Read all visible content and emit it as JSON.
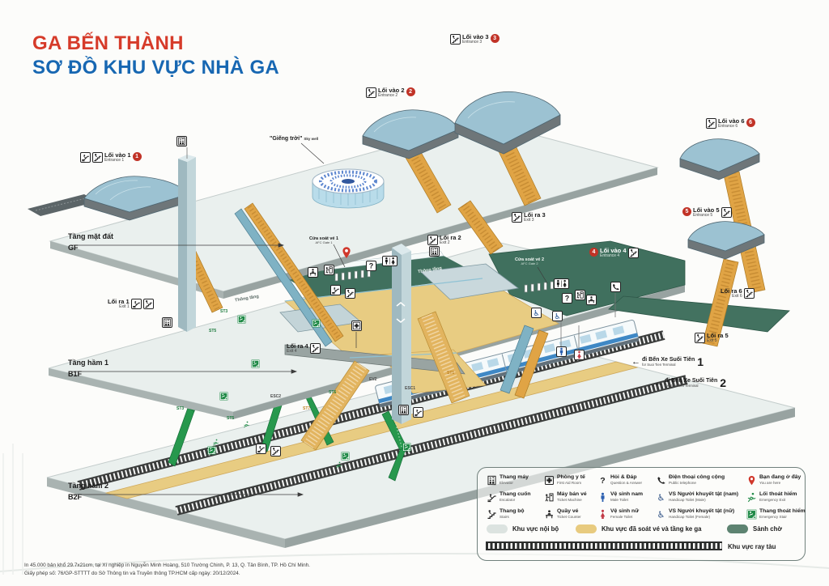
{
  "title": {
    "line1": "GA BẾN THÀNH",
    "line2": "SƠ ĐỒ KHU VỰC NHÀ GA"
  },
  "floors": {
    "gf_vi": "Tầng mặt đất",
    "gf_en": "GF",
    "b1_vi": "Tầng hầm 1",
    "b1_en": "B1F",
    "b2_vi": "Tầng hầm 2",
    "b2_en": "B2F"
  },
  "skywell": {
    "vi": "\"Giếng trời\"",
    "en": "Sky well"
  },
  "entrances": [
    {
      "vi": "Lối vào 1",
      "en": "Entrance 1",
      "num": "1"
    },
    {
      "vi": "Lối vào 2",
      "en": "Entrance 2",
      "num": "2"
    },
    {
      "vi": "Lối vào 3",
      "en": "Entrance 3",
      "num": "3"
    },
    {
      "vi": "Lối vào 4",
      "en": "Entrance 4",
      "num": "4"
    },
    {
      "vi": "Lối vào 5",
      "en": "Entrance 5",
      "num": "5"
    },
    {
      "vi": "Lối vào 6",
      "en": "Entrance 6",
      "num": "6"
    }
  ],
  "exits": [
    {
      "vi": "Lối ra 1",
      "en": "Exit 1"
    },
    {
      "vi": "Lối ra 2",
      "en": "Exit 2"
    },
    {
      "vi": "Lối ra 3",
      "en": "Exit 3"
    },
    {
      "vi": "Lối ra 4",
      "en": "Exit 4"
    },
    {
      "vi": "Lối ra 5",
      "en": "Exit 5"
    },
    {
      "vi": "Lối ra 6",
      "en": "Exit 6"
    }
  ],
  "gates": [
    {
      "vi": "Cửa soát vé 1",
      "en": "AFC Gate 1"
    },
    {
      "vi": "Cửa soát vé 2",
      "en": "AFC Gate 2"
    }
  ],
  "atrium": "Thông tầng",
  "platforms": [
    {
      "vi": "đi Bến Xe Suối Tiên",
      "en": "for Suoi Tien Terminal",
      "num": "1"
    },
    {
      "vi": "đi Bến Xe Suối Tiên",
      "en": "for Suoi Tien Terminal",
      "num": "2"
    }
  ],
  "codes": {
    "st3a": "ST3",
    "st5a": "ST5",
    "st3b": "ST3",
    "st5b": "ST5",
    "st6": "ST6",
    "st7": "ST7",
    "st1": "ST1",
    "ev2": "EV2",
    "esc1": "ESC1",
    "esc2": "ESC2"
  },
  "legend": {
    "items": [
      {
        "icon": "elevator",
        "vi": "Thang máy",
        "en": "Elevator"
      },
      {
        "icon": "escalator",
        "vi": "Thang cuốn",
        "en": "Escalator"
      },
      {
        "icon": "stairs",
        "vi": "Thang bộ",
        "en": "Stairs"
      },
      {
        "icon": "first-aid",
        "vi": "Phòng y tế",
        "en": "First Aid Room"
      },
      {
        "icon": "ticket-machine",
        "vi": "Máy bán vé",
        "en": "Ticket Machine"
      },
      {
        "icon": "ticket-counter",
        "vi": "Quầy vé",
        "en": "Ticket Counter"
      },
      {
        "icon": "question",
        "vi": "Hỏi & Đáp",
        "en": "Question & Answer"
      },
      {
        "icon": "male-toilet",
        "vi": "Vệ sinh nam",
        "en": "Male Toilet"
      },
      {
        "icon": "female-toilet",
        "vi": "Vệ sinh nữ",
        "en": "Female Toilet"
      },
      {
        "icon": "phone",
        "vi": "Điện thoại công cộng",
        "en": "Public telephone"
      },
      {
        "icon": "wheelchair-male",
        "vi": "VS Người khuyết tật (nam)",
        "en": "Handicap Toilet (Male)"
      },
      {
        "icon": "wheelchair-female",
        "vi": "VS Người khuyết tật (nữ)",
        "en": "Handicap Toilet (Female)"
      },
      {
        "icon": "you-are-here",
        "vi": "Bạn đang ở đây",
        "en": "You are here"
      },
      {
        "icon": "emergency-exit",
        "vi": "Lối thoát hiểm",
        "en": "Emergency Exit"
      },
      {
        "icon": "emergency-stair",
        "vi": "Thang thoát hiểm",
        "en": "Emergency Stair"
      }
    ],
    "areas": [
      {
        "color": "#dce3e0",
        "vi": "Khu vực nội bộ"
      },
      {
        "color": "#e8cb7f",
        "vi": "Khu vực đã soát vé và tầng ke ga"
      },
      {
        "color": "#5d8371",
        "vi": "Sảnh chờ"
      }
    ],
    "rail_label": "Khu vực ray tàu"
  },
  "footer": {
    "line1": "In 45.000 bản khổ 29.7x21cm, tại Xí nghiệp in Nguyễn Minh Hoàng, 510 Trường Chinh, P. 13, Q. Tân Bình, TP. Hồ Chí Minh.",
    "line2": "Giấy phép số: 76/GP-STTTT do Sở Thông tin và Truyền thông TP.HCM cấp ngày: 20/12/2024."
  }
}
